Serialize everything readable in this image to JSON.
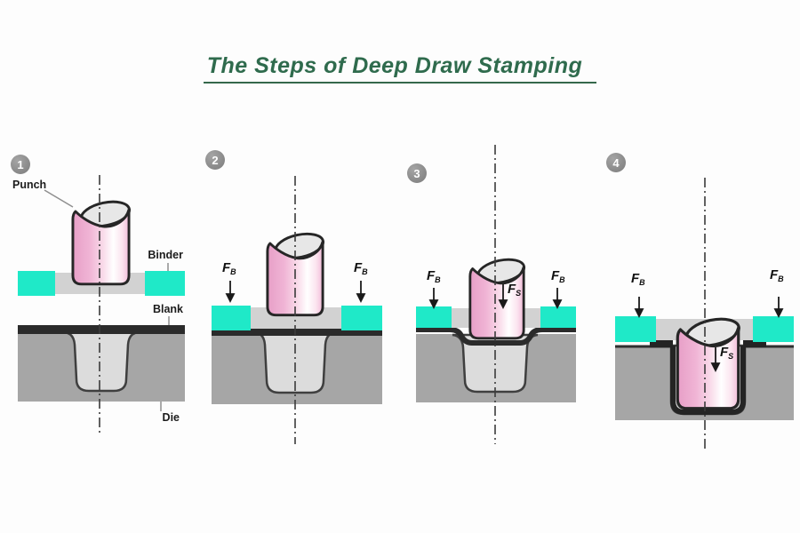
{
  "title": {
    "text": "The Steps of Deep Draw Stamping"
  },
  "steps": [
    {
      "number": "1"
    },
    {
      "number": "2"
    },
    {
      "number": "3"
    },
    {
      "number": "4"
    }
  ],
  "labels": {
    "punch": "Punch",
    "binder": "Binder",
    "blank": "Blank",
    "die": "Die"
  },
  "forces": {
    "binder_symbol": "F",
    "binder_sub": "B",
    "punch_symbol": "F",
    "punch_sub": "S"
  },
  "colors": {
    "title_green": "#2f6b4d",
    "binder_cyan": "#1fe9c8",
    "binder_plate_gray": "#d2d2d2",
    "punch_pink": "#ec9fc9",
    "punch_top_gray": "#e7e7e7",
    "die_gray": "#a6a6a6",
    "cavity_gray": "#dcdcdc",
    "blank_dark": "#2b2b2b",
    "badge_gray": "#8a8a8a"
  }
}
